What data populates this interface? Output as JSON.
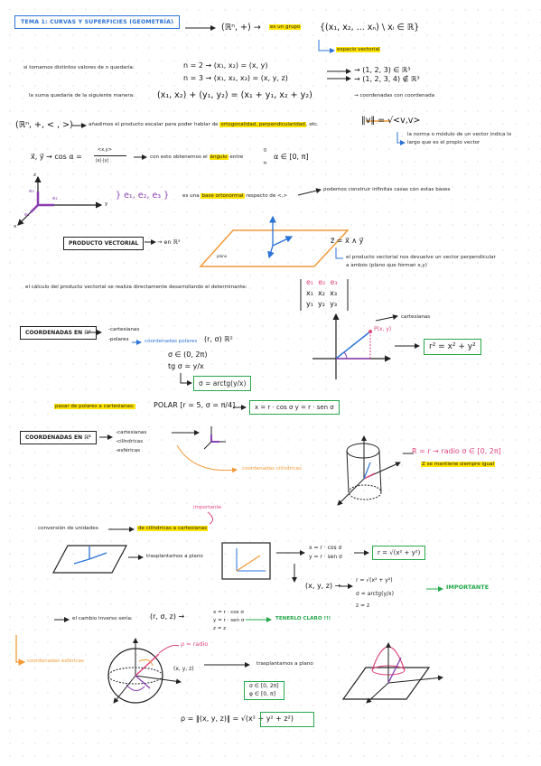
{
  "title": "TEMA 1: CURVAS Y SUPERFICIES (GEOMETRÍA)",
  "group_formula": "(ℝⁿ, +) →",
  "group_note": "es un grupo",
  "group_set": "{(x₁, x₂, ... xₙ) \\ xᵢ ∈ ℝ}",
  "vector_space": "espacio vectorial",
  "intro_values": "si tomamos distintos valores de n quedaría:",
  "n2": "n = 2 → (x₁, x₂) = (x, y)",
  "n3": "n = 3 → (x₁, x₂, x₃) = (x, y, z)",
  "r3_a": "→ (1, 2, 3) ∈ ℝ³",
  "r3_b": "→ (1, 2, 3, 4) ∉ ℝ³",
  "sum_intro": "la suma quedaría de la siguiente manera:",
  "sum_formula": "(x₁, x₂) + (y₁, y₂) = (x₁ + y₁, x₂ + y₂)",
  "sum_note": "→ coordenadas con coordenada",
  "scalar_formula": "(ℝⁿ, +, < , >)",
  "scalar_text_1": "añadimos el producto escalar para poder hablar de",
  "scalar_text_hl": "ortogonalidad, perpendicularidad",
  "scalar_text_2": ", etc.",
  "norm_formula": "‖v‖ = √<v,v>",
  "norm_note_1": "la norma o módulo de un vector indica lo",
  "norm_note_2": "largo que es el propio vector",
  "cos_lhs": "x⃗, y⃗ → cos α =",
  "cos_num": "<x,y>",
  "cos_den": "|x|·|y|",
  "cos_text_1": "con esto obtenemos el",
  "cos_text_hl": "ángulo",
  "cos_text_2": "entre",
  "cos_range": "α ∈ [0, π]",
  "cos_limits_top": "0",
  "cos_limits_bottom": "π",
  "basis_vectors": "} e₁, e₂, e₃ }",
  "basis_text_1": "es una",
  "basis_text_hl": "base ortonormal",
  "basis_text_2": "respecto de <,>",
  "basis_note": "podemos construir infinitas casas con estas bases",
  "axis_z": "z",
  "axis_y": "y",
  "axis_x": "x",
  "label_e1": "e₁",
  "label_e2": "e₂",
  "label_e3": "e₃",
  "vp_box": "PRODUCTO VECTORIAL",
  "vp_in": "→ en ℝ³",
  "plane_label": "plano",
  "cross_formula": "z⃗ = x⃗ ∧ y⃗",
  "cross_note_1": "el producto vectorial nos devuelve un vector perpendicular",
  "cross_note_2": "a ambos (plano que forman x,y)",
  "det_text": "el cálculo del producto vectorial se realiza directamente desarrollando el determinante:",
  "det_row1": [
    "e₁",
    "e₂",
    "e₃"
  ],
  "det_row2": [
    "x₁",
    "x₂",
    "x₃"
  ],
  "det_row3": [
    "y₁",
    "y₂",
    "y₃"
  ],
  "coords_r2_box": "COORDENADAS EN ℝ²",
  "coords_cart": "-cartesianas",
  "coords_polar": "-polares",
  "polar_coords": "coordenadas polares",
  "polar_pair": "(r, σ) ℝ²",
  "sigma_range": "σ ∈ (0, 2π)",
  "tg_sigma": "tg σ = y/x",
  "sigma_arctg": "σ = arctg(y/x)",
  "cart_label": "cartesianas",
  "point_label": "P(x, y)",
  "r_squared": "r² = x² + y²",
  "polar_to_cart_hl": "pasar de polares a cartesianas:",
  "polar_example": "POLAR [r = 5, σ = π/4]",
  "polar_result": "x = r · cos σ    y = r · sen σ",
  "coords_r3_box": "COORDENADAS EN ℝ³",
  "coords3_cart": "-cartesianas",
  "coords3_cyl": "-cilíndricas",
  "coords3_sph": "-esféricas",
  "cyl_label": "coordenadas cilíndricas",
  "cyl_r": "R = r → radio   σ ∈ [0, 2π]",
  "cyl_z_hl": "Z se mantiene siempre igual",
  "important_1": "importante",
  "units_text": "conversión de unidades",
  "units_hl": "de cilíndricas a cartesianas",
  "translate_1": "trasplantamos a plano",
  "xy_r1": "x = r · cos σ",
  "xy_r2": "y = r · sen σ",
  "r_root": "r = √(x² + y²)",
  "xyz_pair": "(x, y, z) →",
  "inverse_r": "r = √(x² + y²)",
  "inverse_sigma": "σ = arctg(y/x)",
  "inverse_z": "z = z",
  "important_2": "IMPORTANTE",
  "inverse_text": "el cambio inverso sería:",
  "inverse_triple": "(r, σ, z) →",
  "inv_x": "x = r · cos σ",
  "inv_y": "y = r · sen σ",
  "inv_z": "z = z",
  "clear_theory": "TENERLO CLARO !!!",
  "sph_label": "coordenadas esféricas",
  "rho_radio": "ρ = radio",
  "xyz_point": "(x, y, z)",
  "translate_2": "trasplantamos a plano",
  "sph_ranges_1": "σ ∈ [0, 2π]",
  "sph_ranges_2": "φ ∈ [0, π]",
  "rho_formula": "ρ = ‖(x, y, z)‖ = √(x² + y² + z²)"
}
